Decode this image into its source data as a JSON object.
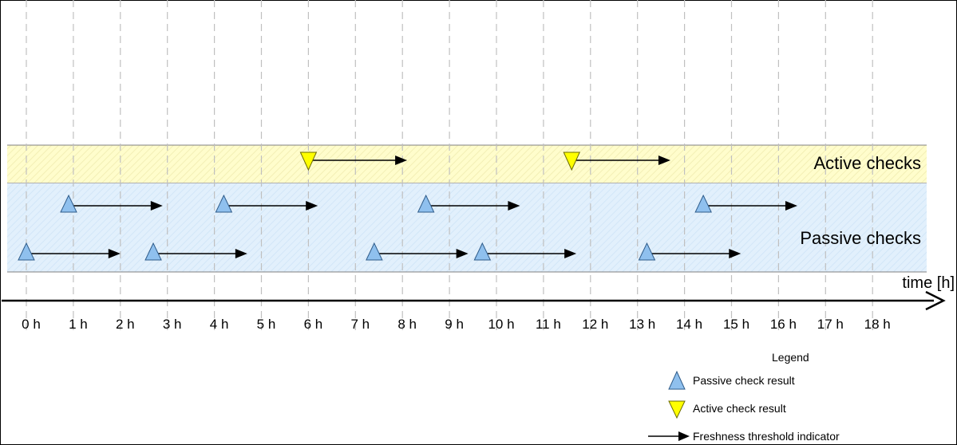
{
  "colors": {
    "active_band": "#FFFDCC",
    "passive_band": "#DDEEFB",
    "band_border": "#808080",
    "active_marker": "#FFFF00",
    "passive_marker": "#8FC0EE",
    "grid": "#C0C0C0",
    "arrow": "#000000"
  },
  "bands": {
    "active_label": "Active checks",
    "passive_label": "Passive checks"
  },
  "axis": {
    "label": "time [h]",
    "ticks": [
      "0 h",
      "1 h",
      "2 h",
      "3 h",
      "4 h",
      "5 h",
      "6 h",
      "7 h",
      "8 h",
      "9 h",
      "10 h",
      "11 h",
      "12 h",
      "13 h",
      "14 h",
      "15 h",
      "16 h",
      "17 h",
      "18 h"
    ]
  },
  "active_checks": [
    {
      "time": 6.0,
      "threshold_end": 8.1
    },
    {
      "time": 11.6,
      "threshold_end": 13.7
    }
  ],
  "passive_checks": [
    {
      "row": 1,
      "time": 0.9,
      "threshold_end": 2.9
    },
    {
      "row": 1,
      "time": 4.2,
      "threshold_end": 6.2
    },
    {
      "row": 1,
      "time": 8.5,
      "threshold_end": 10.5
    },
    {
      "row": 1,
      "time": 14.4,
      "threshold_end": 16.4
    },
    {
      "row": 2,
      "time": 0.0,
      "threshold_end": 2.0
    },
    {
      "row": 2,
      "time": 2.7,
      "threshold_end": 4.7
    },
    {
      "row": 2,
      "time": 7.4,
      "threshold_end": 9.4
    },
    {
      "row": 2,
      "time": 9.7,
      "threshold_end": 11.7
    },
    {
      "row": 2,
      "time": 13.2,
      "threshold_end": 15.2
    }
  ],
  "legend": {
    "title": "Legend",
    "passive": "Passive check result",
    "active": "Active check result",
    "threshold": "Freshness threshold indicator"
  }
}
